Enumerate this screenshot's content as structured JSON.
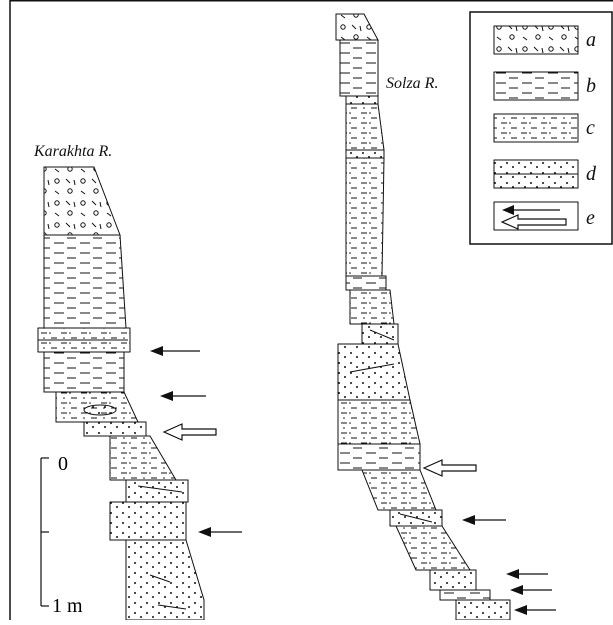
{
  "figure": {
    "sections": {
      "left_title": "Karakhta R.",
      "right_title": "Solza R."
    },
    "scale": {
      "top_label": "0",
      "bottom_label": "1 m"
    },
    "legend": {
      "items": [
        {
          "pattern": "conglomerate",
          "label": "a"
        },
        {
          "pattern": "clay",
          "label": "b"
        },
        {
          "pattern": "silt",
          "label": "c"
        },
        {
          "pattern": "sand",
          "label": "d"
        },
        {
          "pattern": "arrows",
          "label": "e"
        }
      ]
    },
    "colors": {
      "ink": "#111111",
      "background": "#ffffff"
    }
  }
}
